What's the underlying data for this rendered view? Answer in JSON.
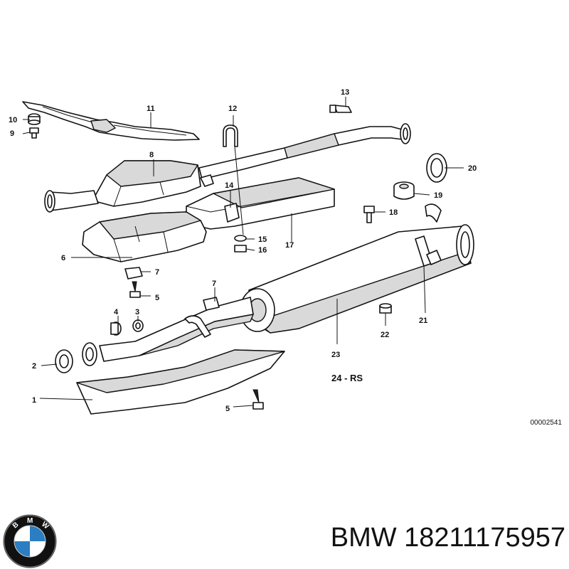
{
  "diagram": {
    "code": "24 - RS",
    "drawing_number": "00002541",
    "callouts": [
      "1",
      "2",
      "3",
      "4",
      "5",
      "5",
      "6",
      "7",
      "7",
      "8",
      "9",
      "10",
      "11",
      "12",
      "13",
      "14",
      "15",
      "16",
      "17",
      "18",
      "19",
      "20",
      "21",
      "22",
      "23"
    ]
  },
  "caption": {
    "brand": "BMW",
    "part_number": "18211175957",
    "text": "BMW 18211175957"
  },
  "logo": {
    "letters": "BMW",
    "colors": {
      "blue": "#2b7ec2",
      "white": "#ffffff",
      "ring": "#111111"
    }
  }
}
